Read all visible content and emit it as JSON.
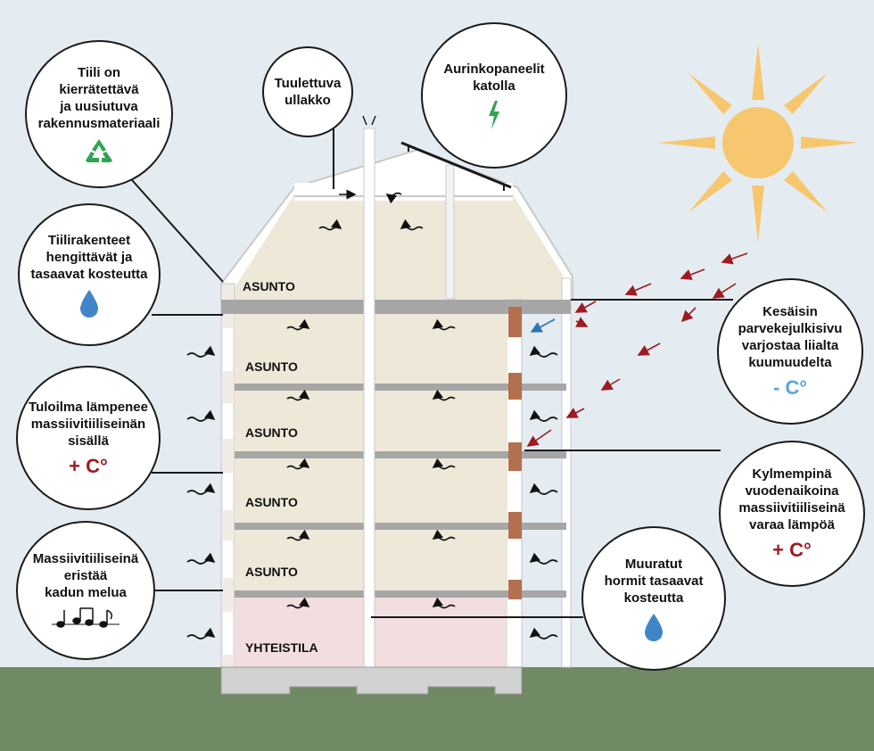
{
  "colors": {
    "sky": "#e4ecf1",
    "ground": "#6f8a64",
    "apartment": "#eee8d9",
    "common": "#f2dede",
    "slab": "#a6a6a6",
    "brick": "#b4704e",
    "sun": "#f6c76e",
    "heat_arrow": "#9e1b22",
    "cool_arrow": "#2e76b8",
    "recycle": "#32a356",
    "water": "#3f86c9"
  },
  "rooms": [
    "ASUNTO",
    "ASUNTO",
    "ASUNTO",
    "ASUNTO",
    "ASUNTO",
    "YHTEISTILA"
  ],
  "callouts": {
    "recycling": {
      "text": "Tiili on\nkierrätettävä\nja uusiutuva\nrakennusmateriaali",
      "icon": "recycle-icon"
    },
    "moisture": {
      "text": "Tiilirakenteet\nhengittävät ja\ntasaavat kosteutta",
      "icon": "water-drop-icon"
    },
    "supply_air": {
      "text": "Tuloilma lämpenee\nmassiivitiiliseinän\nsisällä",
      "temp": "+ C°"
    },
    "noise": {
      "text": "Massiivitiiliseinä\neristää\nkadun melua",
      "icon": "music-notes-icon"
    },
    "attic": {
      "text": "Tuulettuva\nullakko"
    },
    "solar": {
      "text": "Aurinkopaneelit\nkatolla",
      "icon": "lightning-icon"
    },
    "shade": {
      "text": "Kesäisin\nparvekejulkisivu\nvarjostaa liialta\nkuumuudelta",
      "temp": "- C°"
    },
    "heat_storage": {
      "text": "Kylmempinä\nvuodenaikoina\nmassiivitiiliseinä\nvaraa lämpöä",
      "temp": "+ C°"
    },
    "chimneys": {
      "text": "Muuratut\nhormit tasaavat\nkosteutta",
      "icon": "water-drop-icon"
    }
  }
}
